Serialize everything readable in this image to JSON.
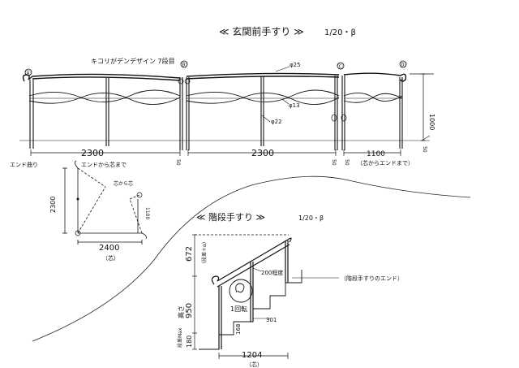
{
  "title_top": "≪ 玄関前手すり ≫",
  "scale_top": "1/20・β",
  "note_design": "キコリがデンデザイン 7段目",
  "marks": [
    "Ⓐ",
    "Ⓑ",
    "Ⓒ",
    "Ⓓ"
  ],
  "dim_top_left": "2300",
  "dim_top_mid": "2300",
  "dim_top_right": "1100",
  "dim_height": "1000",
  "dim_small_right": "50",
  "dim_small_a": "50",
  "dim_small_b": "50",
  "dim_small_c": "50",
  "pipe_25": "φ25",
  "pipe_22": "φ22",
  "pipe_13": "φ13",
  "label_end_left": "エンド曲り",
  "label_end_center": "（エンドから芯まで）",
  "label_right_end": "（芯からエンドまで）",
  "plan_2300": "2300",
  "plan_2400": "2400",
  "plan_1100": "1100",
  "plan_total": "（芯）",
  "plan_note_a": "エンドから芯まで",
  "plan_note_b": "芯から芯",
  "title_stair": "≪ 階段手すり ≫",
  "scale_stair": "1/20・β",
  "stair_672": "672",
  "stair_672_note": "（段差＋α）",
  "stair_950": "950",
  "stair_height_label": "高さ",
  "stair_180": "180",
  "stair_180_label": "段差Max",
  "stair_168": "168",
  "stair_301": "301",
  "stair_200": "200程度",
  "stair_rotate": "1回転",
  "stair_1204": "1204",
  "stair_1204_note": "（芯）",
  "stair_end_note": "（階段手すりのエンド）"
}
